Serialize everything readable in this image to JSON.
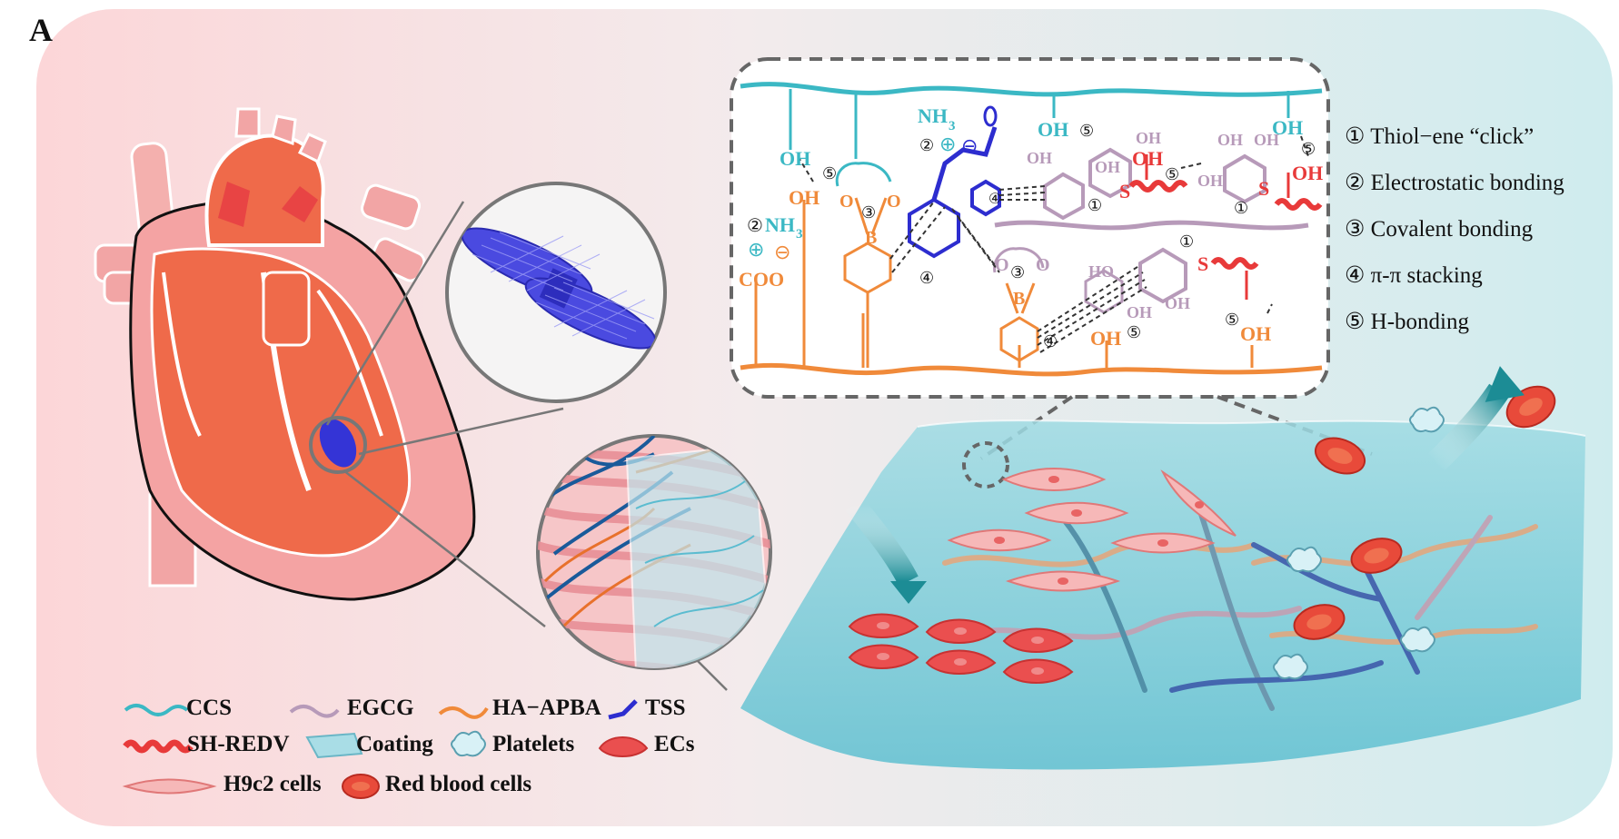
{
  "panel_label": "A",
  "bond_key": [
    {
      "num": "①",
      "label": "Thiol−ene “click”"
    },
    {
      "num": "②",
      "label": "Electrostatic bonding"
    },
    {
      "num": "③",
      "label": "Covalent bonding"
    },
    {
      "num": "④",
      "label": "π-π stacking"
    },
    {
      "num": "⑤",
      "label": "H-bonding"
    }
  ],
  "legend": {
    "ccs": "CCS",
    "egcg": "EGCG",
    "ha_apba": "HA−APBA",
    "tss": "TSS",
    "sh_redv": "SH-REDV",
    "coating": "Coating",
    "platelets": "Platelets",
    "ecs": "ECs",
    "h9c2": "H9c2 cells",
    "rbc": "Red blood cells"
  },
  "chem": {
    "oh": "OH",
    "nh3": "NH",
    "nh3_sub": "3",
    "coo": "COO",
    "b": "B",
    "o": "O",
    "s": "S",
    "ho": "HO",
    "plus": "⊕",
    "minus": "⊖",
    "c1": "①",
    "c2": "②",
    "c3": "③",
    "c4": "④",
    "c5": "⑤"
  },
  "colors": {
    "ccs": "#3bb8c4",
    "egcg": "#b79ab9",
    "ha_apba": "#f08a3a",
    "tss": "#2d2dcf",
    "sh_redv": "#e83a3a",
    "heart": "#ef6a4a",
    "bg_left": "#fbd9da",
    "bg_right": "#d3eef0"
  }
}
